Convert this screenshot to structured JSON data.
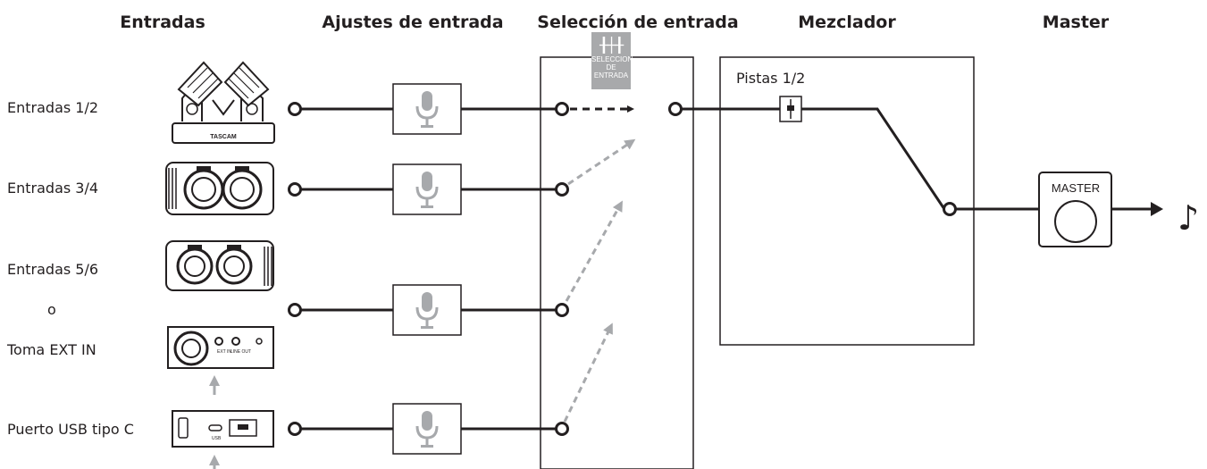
{
  "headers": {
    "inputs": "Entradas",
    "input_settings": "Ajustes de entrada",
    "input_selection": "Selección de entrada",
    "mixer": "Mezclador",
    "master": "Master"
  },
  "inputs": {
    "in12": "Entradas 1/2",
    "in34": "Entradas 3/4",
    "in56": "Entradas 5/6",
    "or": "o",
    "ext_in": "Toma EXT IN",
    "usb": "Puerto USB tipo C"
  },
  "device_labels": {
    "mic_brand": "TASCAM",
    "ext_in": "EXT IN",
    "line_out": "LINE OUT",
    "usb": "USB",
    "in": "IN",
    "out": "OUT"
  },
  "selection_icon": {
    "line1": "SELECCION DE",
    "line2": "ENTRADA"
  },
  "mixer": {
    "track": "Pistas 1/2"
  },
  "master_block": {
    "label": "MASTER"
  },
  "output": {
    "symbol": "♪"
  },
  "icons": [
    "microphone-icon",
    "fader-icon",
    "input-selection-icon",
    "music-note-icon"
  ],
  "colors": {
    "line": "#231f20",
    "dashed_gray": "#a7a9ac",
    "mic_gray": "#a7a9ac",
    "icon_bg": "#a8a9ab"
  }
}
